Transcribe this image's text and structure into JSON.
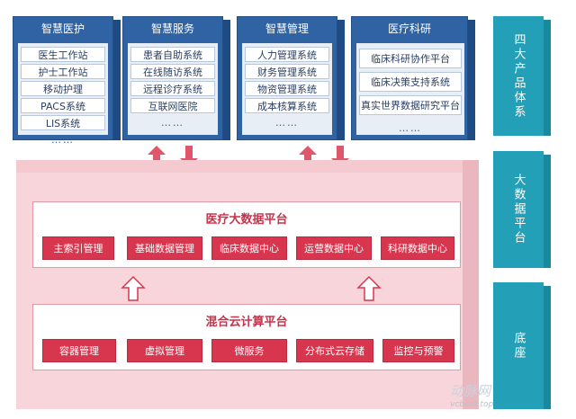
{
  "columns": [
    {
      "title": "智慧医护",
      "items": [
        "医生工作站",
        "护士工作站",
        "移动护理",
        "PACS系统",
        "LIS系统",
        "……"
      ]
    },
    {
      "title": "智慧服务",
      "items": [
        "患者自助系统",
        "在线随访系统",
        "远程诊疗系统",
        "互联网医院",
        "……"
      ]
    },
    {
      "title": "智慧管理",
      "items": [
        "人力管理系统",
        "财务管理系统",
        "物资管理系统",
        "成本核算系统",
        "……"
      ]
    },
    {
      "title": "医疗科研",
      "items": [
        "临床科研协作平台",
        "临床决策支持系统",
        "真实世界数据研究平台",
        "……"
      ]
    }
  ],
  "side_labels": [
    "四大产品体系",
    "大数据平台",
    "底座"
  ],
  "big_data_platform": {
    "title": "医疗大数据平台",
    "modules": [
      "主索引管理",
      "基础数据管理",
      "临床数据中心",
      "运营数据中心",
      "科研数据中心"
    ]
  },
  "cloud_platform": {
    "title": "混合云计算平台",
    "modules": [
      "容器管理",
      "虚拟管理",
      "微服务",
      "分布式云存储",
      "监控与预警"
    ]
  },
  "watermark": {
    "main": "动脉网",
    "sub": "vcbeat.top"
  },
  "colors": {
    "blue": "#2f63a4",
    "teal": "#23a0b7",
    "red": "#d8364e",
    "pink": "#f7d5da"
  }
}
